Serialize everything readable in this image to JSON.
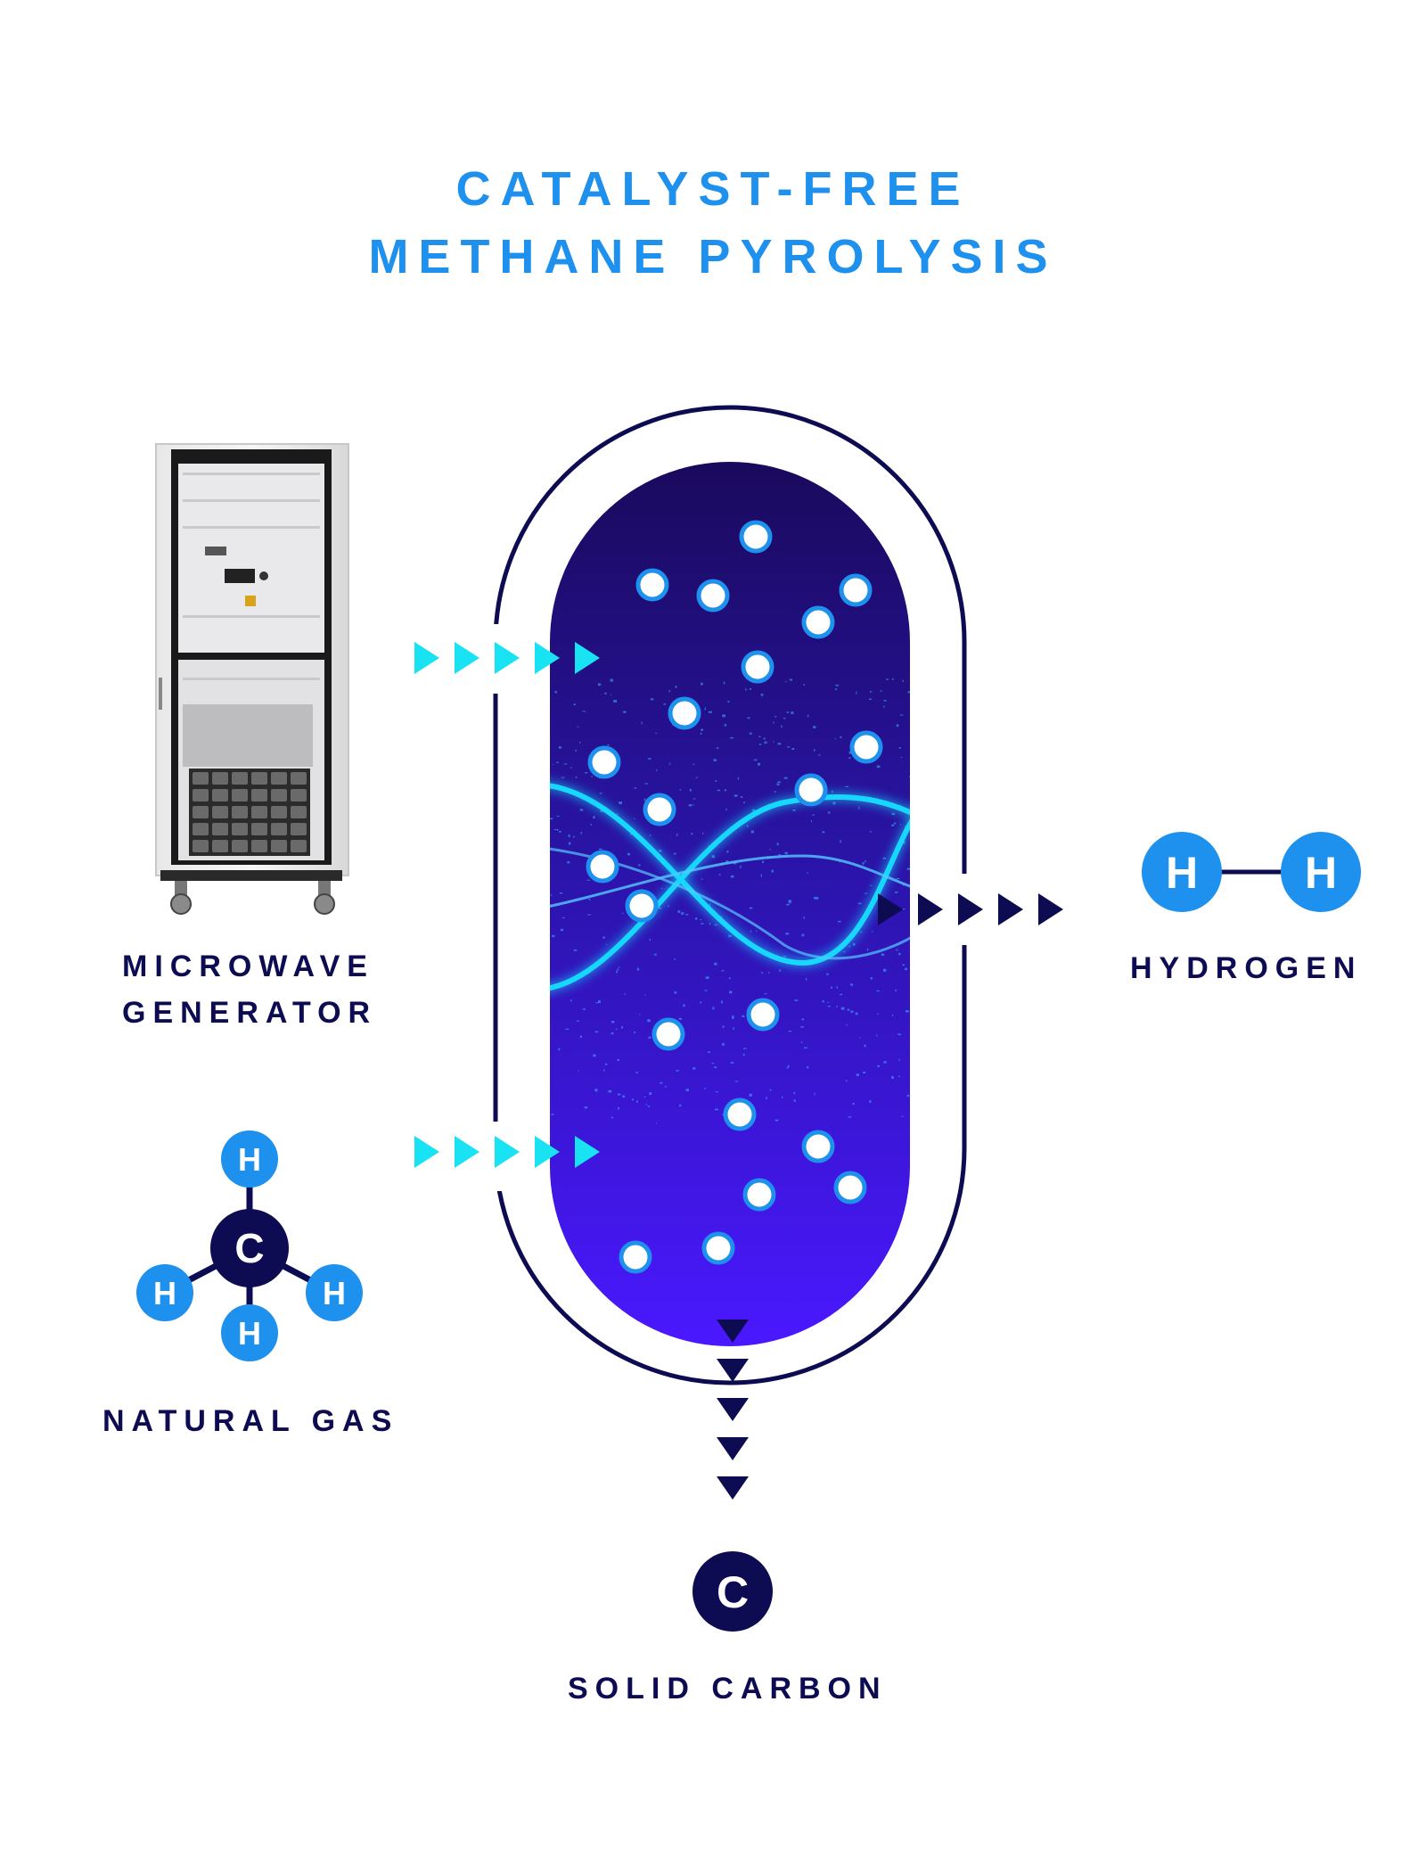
{
  "title": {
    "line1": "CATALYST-FREE",
    "line2": "METHANE PYROLYSIS"
  },
  "labels": {
    "microwave_line1": "MICROWAVE",
    "microwave_line2": "GENERATOR",
    "natural_gas": "NATURAL GAS",
    "hydrogen": "HYDROGEN",
    "solid_carbon": "SOLID CARBON"
  },
  "atoms": {
    "hydrogen_symbol": "H",
    "carbon_symbol": "C"
  },
  "colors": {
    "title_blue": "#1e90ee",
    "navy": "#0d0b52",
    "atom_blue": "#1e90ee",
    "arrow_cyan": "#19e3f2",
    "reactor_top": "#1a0a5c",
    "reactor_bottom": "#4a18ff"
  }
}
